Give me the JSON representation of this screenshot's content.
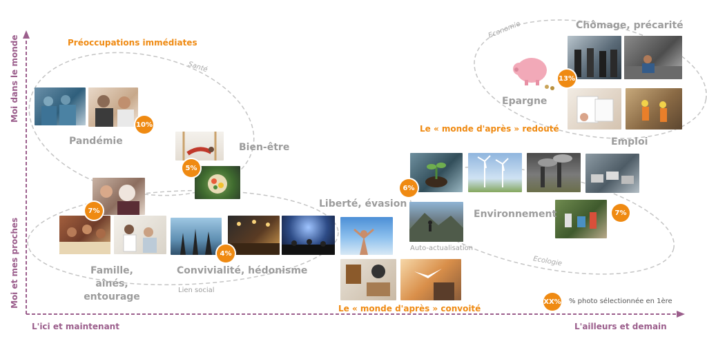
{
  "axes": {
    "y_top": "Moi dans le monde",
    "y_bottom": "Moi et mes proches",
    "x_left": "L'ici et maintenant",
    "x_right": "L'ailleurs et demain",
    "color": "#9b5e8c"
  },
  "headers": {
    "immediate": "Préoccupations immédiates",
    "after_feared": "Le « monde d'après » redouté",
    "after_wanted": "Le « monde d'après » convoité"
  },
  "clusters": {
    "sante": "Santé",
    "economie": "Economie",
    "ecologie": "Ecologie",
    "lien_social": "Lien social"
  },
  "themes": {
    "pandemie": "Pandémie",
    "bien_etre": "Bien-être",
    "famille": "Famille, aînés,\nentourage",
    "convivialite": "Convivialité, hédonisme",
    "liberte": "Liberté, évasion",
    "auto": "Auto-actualisation",
    "environnement": "Environnement",
    "epargne": "Epargne",
    "chomage": "Chômage, précarité",
    "emploi": "Emploi"
  },
  "badges": {
    "pandemie": "10%",
    "bien_etre": "5%",
    "famille": "7%",
    "convivialite": "4%",
    "environnement_top": "6%",
    "environnement_bottom": "7%",
    "epargne": "13%"
  },
  "legend": {
    "badge": "XX%",
    "text": "% photo sélectionnée en 1ère"
  },
  "colors": {
    "accent": "#ef8a12",
    "grey": "#9c9c9c",
    "axis": "#9b5e8c"
  }
}
